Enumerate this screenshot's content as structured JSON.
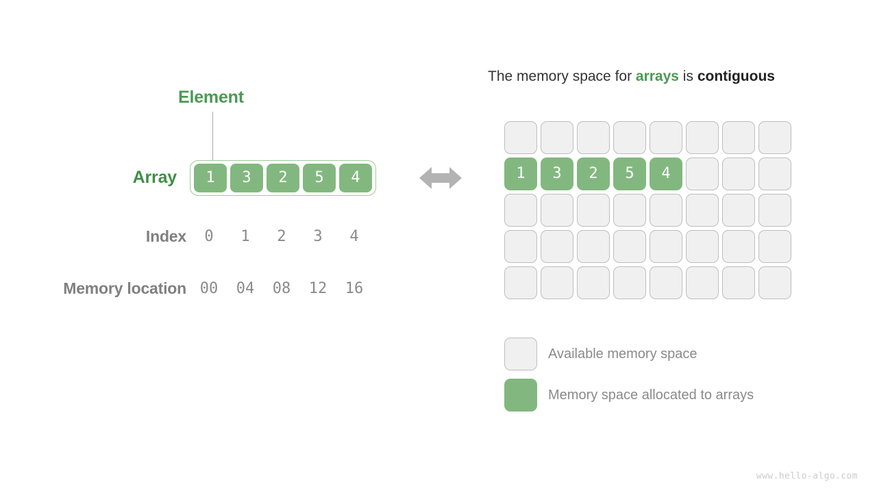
{
  "colors": {
    "green_fill": "#82b87f",
    "green_label": "#4a9a52",
    "green_label_dark": "#3f8f47",
    "green_border": "#9ccb99",
    "empty_fill": "#f0f0f0",
    "empty_border": "#bdbdbd",
    "gray_text": "#8a8a8a",
    "gray_label": "#808080",
    "title_text": "#333333",
    "watermark": "#cccccc"
  },
  "left": {
    "element_label": "Element",
    "array_label": "Array",
    "index_label": "Index",
    "memory_label": "Memory location",
    "array_values": [
      "1",
      "3",
      "2",
      "5",
      "4"
    ],
    "index_values": [
      "0",
      "1",
      "2",
      "3",
      "4"
    ],
    "memory_values": [
      "00",
      "04",
      "08",
      "12",
      "16"
    ],
    "swap_arrow_icon": "double-headed-horizontal-arrow"
  },
  "right": {
    "title": {
      "part1": "The memory space for ",
      "highlight_green": "arrays",
      "part2": " is ",
      "highlight_dark": "contiguous"
    },
    "grid": {
      "columns": 8,
      "rows": 5,
      "cells": [
        [
          "",
          "",
          "",
          "",
          "",
          "",
          "",
          ""
        ],
        [
          "1",
          "3",
          "2",
          "5",
          "4",
          "",
          "",
          ""
        ],
        [
          "",
          "",
          "",
          "",
          "",
          "",
          "",
          ""
        ],
        [
          "",
          "",
          "",
          "",
          "",
          "",
          "",
          ""
        ],
        [
          "",
          "",
          "",
          "",
          "",
          "",
          "",
          ""
        ]
      ]
    },
    "legend": [
      {
        "swatch": "empty",
        "text": "Available memory space"
      },
      {
        "swatch": "filled",
        "text": "Memory space allocated to arrays"
      }
    ]
  },
  "footer": {
    "watermark": "www.hello-algo.com"
  }
}
